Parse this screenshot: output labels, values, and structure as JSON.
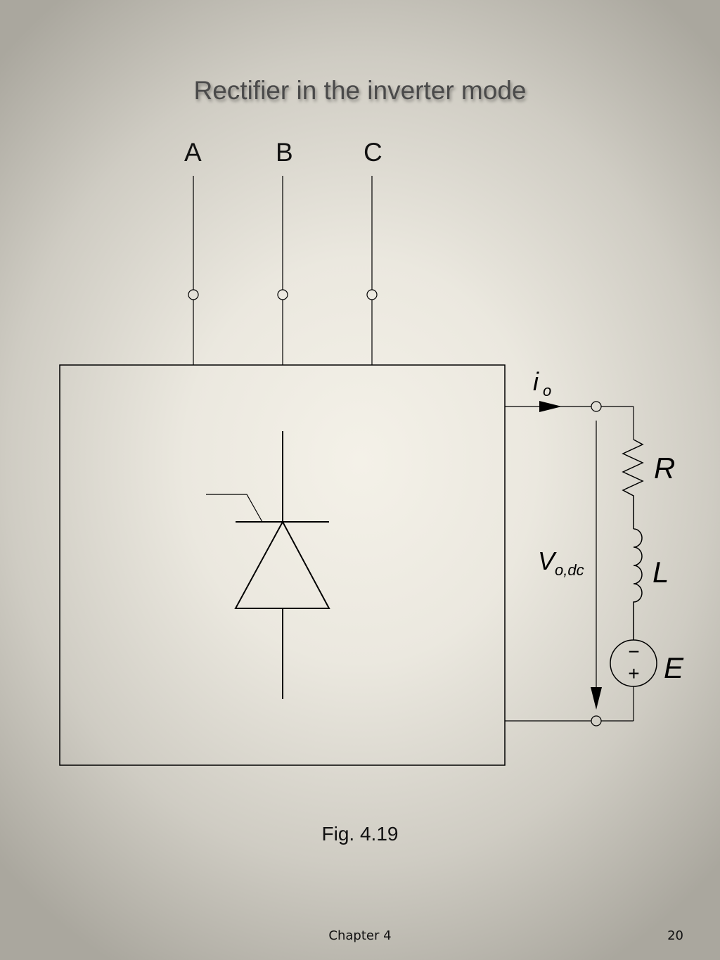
{
  "slide": {
    "title": "Rectifier in the inverter mode",
    "caption": "Fig. 4.19",
    "footer_chapter": "Chapter 4",
    "page_number": "20"
  },
  "diagram": {
    "phases": [
      "A",
      "B",
      "C"
    ],
    "current_label": "i",
    "current_subscript": "o",
    "voltage_label": "V",
    "voltage_subscript": "o,dc",
    "resistor_label": "R",
    "inductor_label": "L",
    "source_label": "E",
    "source_minus": "−",
    "source_plus": "+"
  },
  "colors": {
    "line": "#000000",
    "background_center": "#f4f1e8",
    "background_edge": "#aaa79e"
  }
}
